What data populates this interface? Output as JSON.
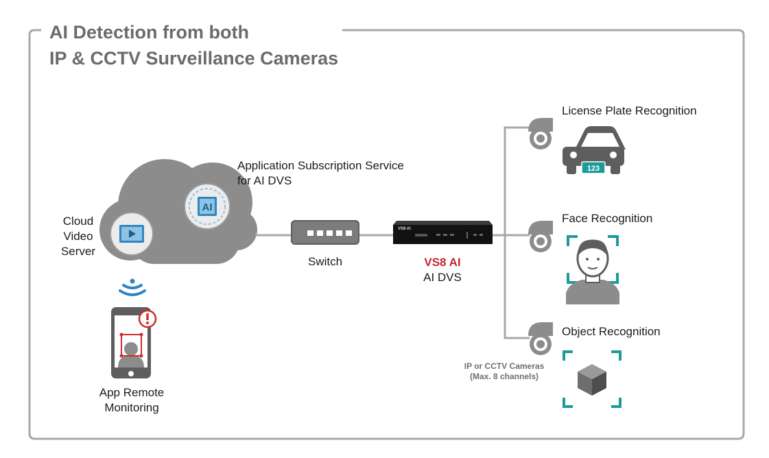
{
  "title": {
    "line1": "AI Detection from both",
    "line2": "IP & CCTV Surveillance Cameras"
  },
  "cloud": {
    "label_lines": [
      "Cloud",
      "Video",
      "Server"
    ],
    "ai_badge": "AI"
  },
  "subscription": {
    "line1": "Application Subscription Service",
    "line2": "for AI DVS"
  },
  "switch": {
    "label": "Switch"
  },
  "dvs": {
    "model": "VS8 AI",
    "type": "AI DVS",
    "panel_brand": "VS8 AI"
  },
  "app": {
    "line1": "App Remote",
    "line2": "Monitoring"
  },
  "cameras": {
    "note_line1": "IP or CCTV Cameras",
    "note_line2": "(Max. 8 channels)"
  },
  "recognitions": [
    {
      "label": "License Plate Recognition",
      "icon": "car-icon",
      "plate_text": "123"
    },
    {
      "label": "Face Recognition",
      "icon": "face-icon"
    },
    {
      "label": "Object Recognition",
      "icon": "cube-icon"
    }
  ],
  "colors": {
    "frame": "#a8a8a8",
    "cloud": "#8c8c8c",
    "icon_gray": "#5e5e5e",
    "teal": "#1d9a9a",
    "wifi_blue": "#2e86c1",
    "alert_red": "#d12a2a",
    "dvs_red": "#c3262e"
  }
}
